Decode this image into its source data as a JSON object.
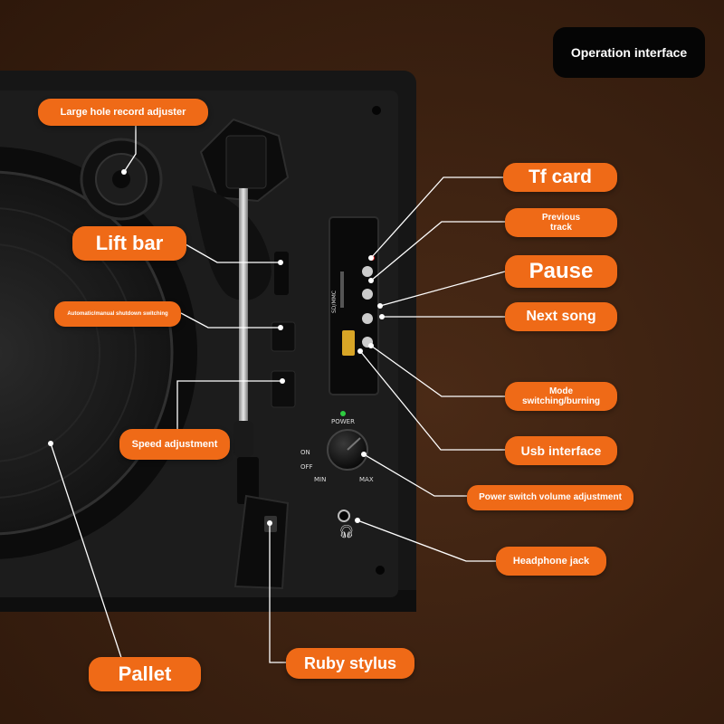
{
  "title": "Operation interface",
  "callouts": {
    "large_hole_record_adjuster": "Large hole record adjuster",
    "lift_bar": "Lift bar",
    "auto_manual_shutdown": "Automatic/manual shutdown switching",
    "speed_adjustment": "Speed adjustment",
    "pallet": "Pallet",
    "ruby_stylus": "Ruby stylus",
    "tf_card": "Tf card",
    "previous_track": "Previous track",
    "pause": "Pause",
    "next_song": "Next song",
    "mode_switching": "Mode switching/burning",
    "usb_interface": "Usb interface",
    "power_switch_volume": "Power switch volume adjustment",
    "headphone_jack": "Headphone jack"
  },
  "panel_markings": {
    "power": "POWER",
    "on": "ON",
    "off": "OFF",
    "min": "MIN",
    "max": "MAX",
    "sd_mmc": "SD/MMC"
  },
  "colors": {
    "label_orange": "#ef6a17",
    "background_brown": "#3a2010",
    "panel_black": "#161616",
    "led_red": "#e01818",
    "led_green": "#2ecc40"
  }
}
